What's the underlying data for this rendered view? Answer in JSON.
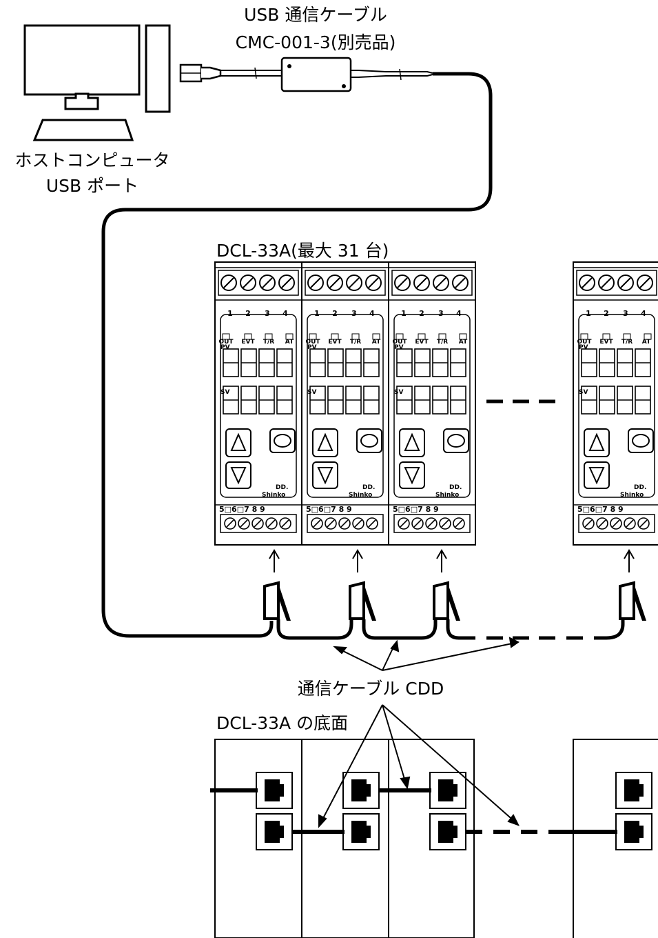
{
  "labels": {
    "usb_cable_line1": "USB 通信ケーブル",
    "usb_cable_line2": "CMC-001-3(別売品)",
    "host_line1": "ホストコンピュータ",
    "host_line2": "USB ポート",
    "controllers": "DCL-33A(最大 31 台)",
    "comm_cable": "通信ケーブル CDD",
    "bottom_view": "DCL-33A の底面"
  },
  "controller_face": {
    "top_terminals": [
      "1",
      "2",
      "3",
      "4"
    ],
    "indicators": [
      "OUT",
      "EVT",
      "T/R",
      "AT"
    ],
    "pv_label": "PV",
    "sv_label": "SV",
    "bottom_terminals": "5□6□7  8  9",
    "brand_mark": "DD.",
    "brand_name": "Shinko"
  }
}
